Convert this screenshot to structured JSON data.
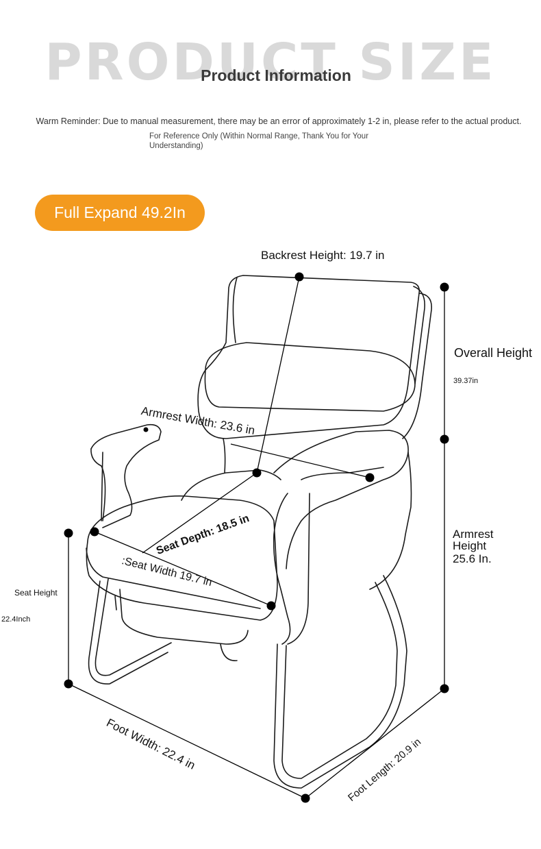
{
  "header": {
    "background_title": "PRODUCT SIZE",
    "subtitle": "Product Information",
    "reminder": "Warm Reminder: Due to manual measurement, there may be an error of approximately 1-2 in, please refer to the actual product.",
    "reference_note": "For Reference Only (Within Normal Range, Thank You for Your Understanding)"
  },
  "badge": {
    "label": "Full Expand 49.2In",
    "color": "#f39a1e"
  },
  "dimensions": {
    "backrest_height": "Backrest Height: 19.7 in",
    "overall_height_label": "Overall Height",
    "overall_height_value": "39.37in",
    "armrest_width": "Armrest Width: 23.6 in",
    "seat_depth": "Seat Depth: 18.5 in",
    "seat_width": ":Seat Width 19.7 in",
    "armrest_height_line1": "Armrest",
    "armrest_height_line2": "Height",
    "armrest_height_value": "25.6 In.",
    "seat_height_label": "Seat Height",
    "seat_height_value": "22.4Inch",
    "foot_width": "Foot Width: 22.4 in",
    "foot_length": "Foot Length: 20.9 in"
  }
}
